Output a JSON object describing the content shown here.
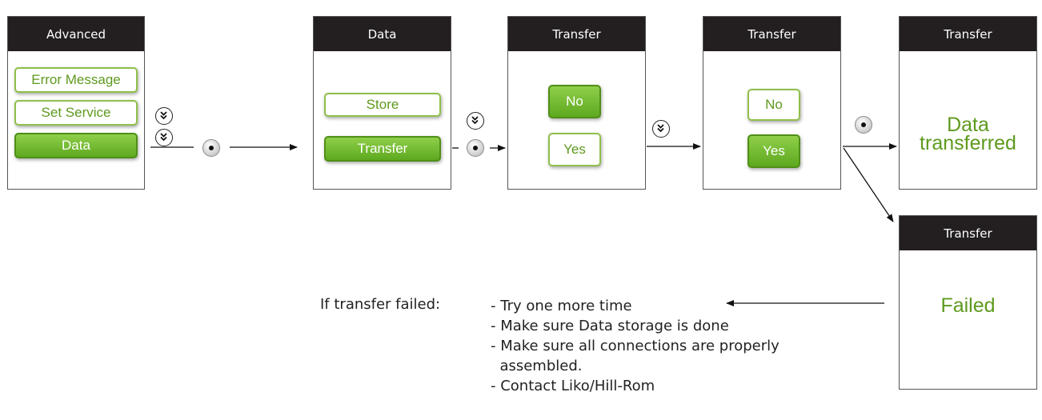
{
  "screens": {
    "advanced": {
      "title": "Advanced",
      "items": [
        "Error Message",
        "Set Service",
        "Data"
      ]
    },
    "data": {
      "title": "Data",
      "items": [
        "Store",
        "Transfer"
      ]
    },
    "transfer_no": {
      "title": "Transfer",
      "items": [
        "No",
        "Yes"
      ],
      "selected": "No"
    },
    "transfer_yes": {
      "title": "Transfer",
      "items": [
        "No",
        "Yes"
      ],
      "selected": "Yes"
    },
    "transfer_done": {
      "title": "Transfer",
      "message": [
        "Data",
        "transferred"
      ]
    },
    "transfer_failed": {
      "title": "Transfer",
      "message": "Failed"
    }
  },
  "icons": {
    "down": "down-arrow-button-icon",
    "select": "select-button-icon"
  },
  "note": {
    "label": "If transfer failed:",
    "items": [
      "- Try one more time",
      "- Make sure Data storage is done",
      "- Make sure all connections are properly",
      "  assembled.",
      "- Contact Liko/Hill-Rom"
    ]
  },
  "colors": {
    "accent_green": "#6aad2a",
    "text_green": "#5e9a1e",
    "header": "#231f20"
  }
}
